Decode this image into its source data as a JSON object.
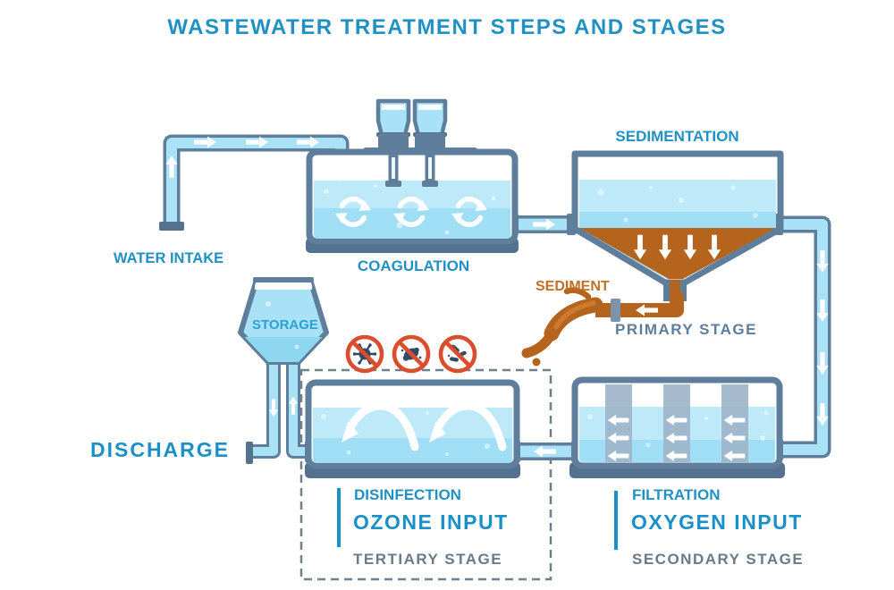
{
  "title": "WASTEWATER TREATMENT STEPS AND STAGES",
  "labels": {
    "water_intake": "WATER INTAKE",
    "coagulation": "COAGULATION",
    "sedimentation": "SEDIMENTATION",
    "sediment": "SEDIMENT",
    "primary_stage": "PRIMARY STAGE",
    "storage": "STORAGE",
    "discharge": "DISCHARGE",
    "disinfection": "DISINFECTION",
    "ozone_input": "OZONE INPUT",
    "tertiary_stage": "TERTIARY STAGE",
    "filtration": "FILTRATION",
    "oxygen_input": "OXYGEN INPUT",
    "secondary_stage": "SECONDARY STAGE"
  },
  "icons": {
    "flow_arrow_icon": "➜",
    "circulation_icon": "⟳",
    "wave_icon": "∿",
    "no_virus_icon": "🚫",
    "no_bacteria_icon": "🚫",
    "no_germs_icon": "🚫",
    "sediment_splash_icon": "〜"
  },
  "colors": {
    "accent_blue": "#2191C4",
    "bright_blue": "#1B90C8",
    "slate_border": "#5E7E9C",
    "slate_dark": "#54718F",
    "pipe_fill": "#A9E1F6",
    "water_light": "#BDE9F8",
    "water_mid": "#A0DEF5",
    "water_deep": "#8FD7F1",
    "filter_column": "#9DB4CA",
    "sediment_brown": "#B5641E",
    "sediment_text": "#C26F28",
    "stage_text": "#6A7A88",
    "primary_stage_text": "#5E7D9B",
    "prohibition_red": "#DB4E2D",
    "microbe_navy": "#324B66",
    "dashed_border": "#71808D"
  }
}
